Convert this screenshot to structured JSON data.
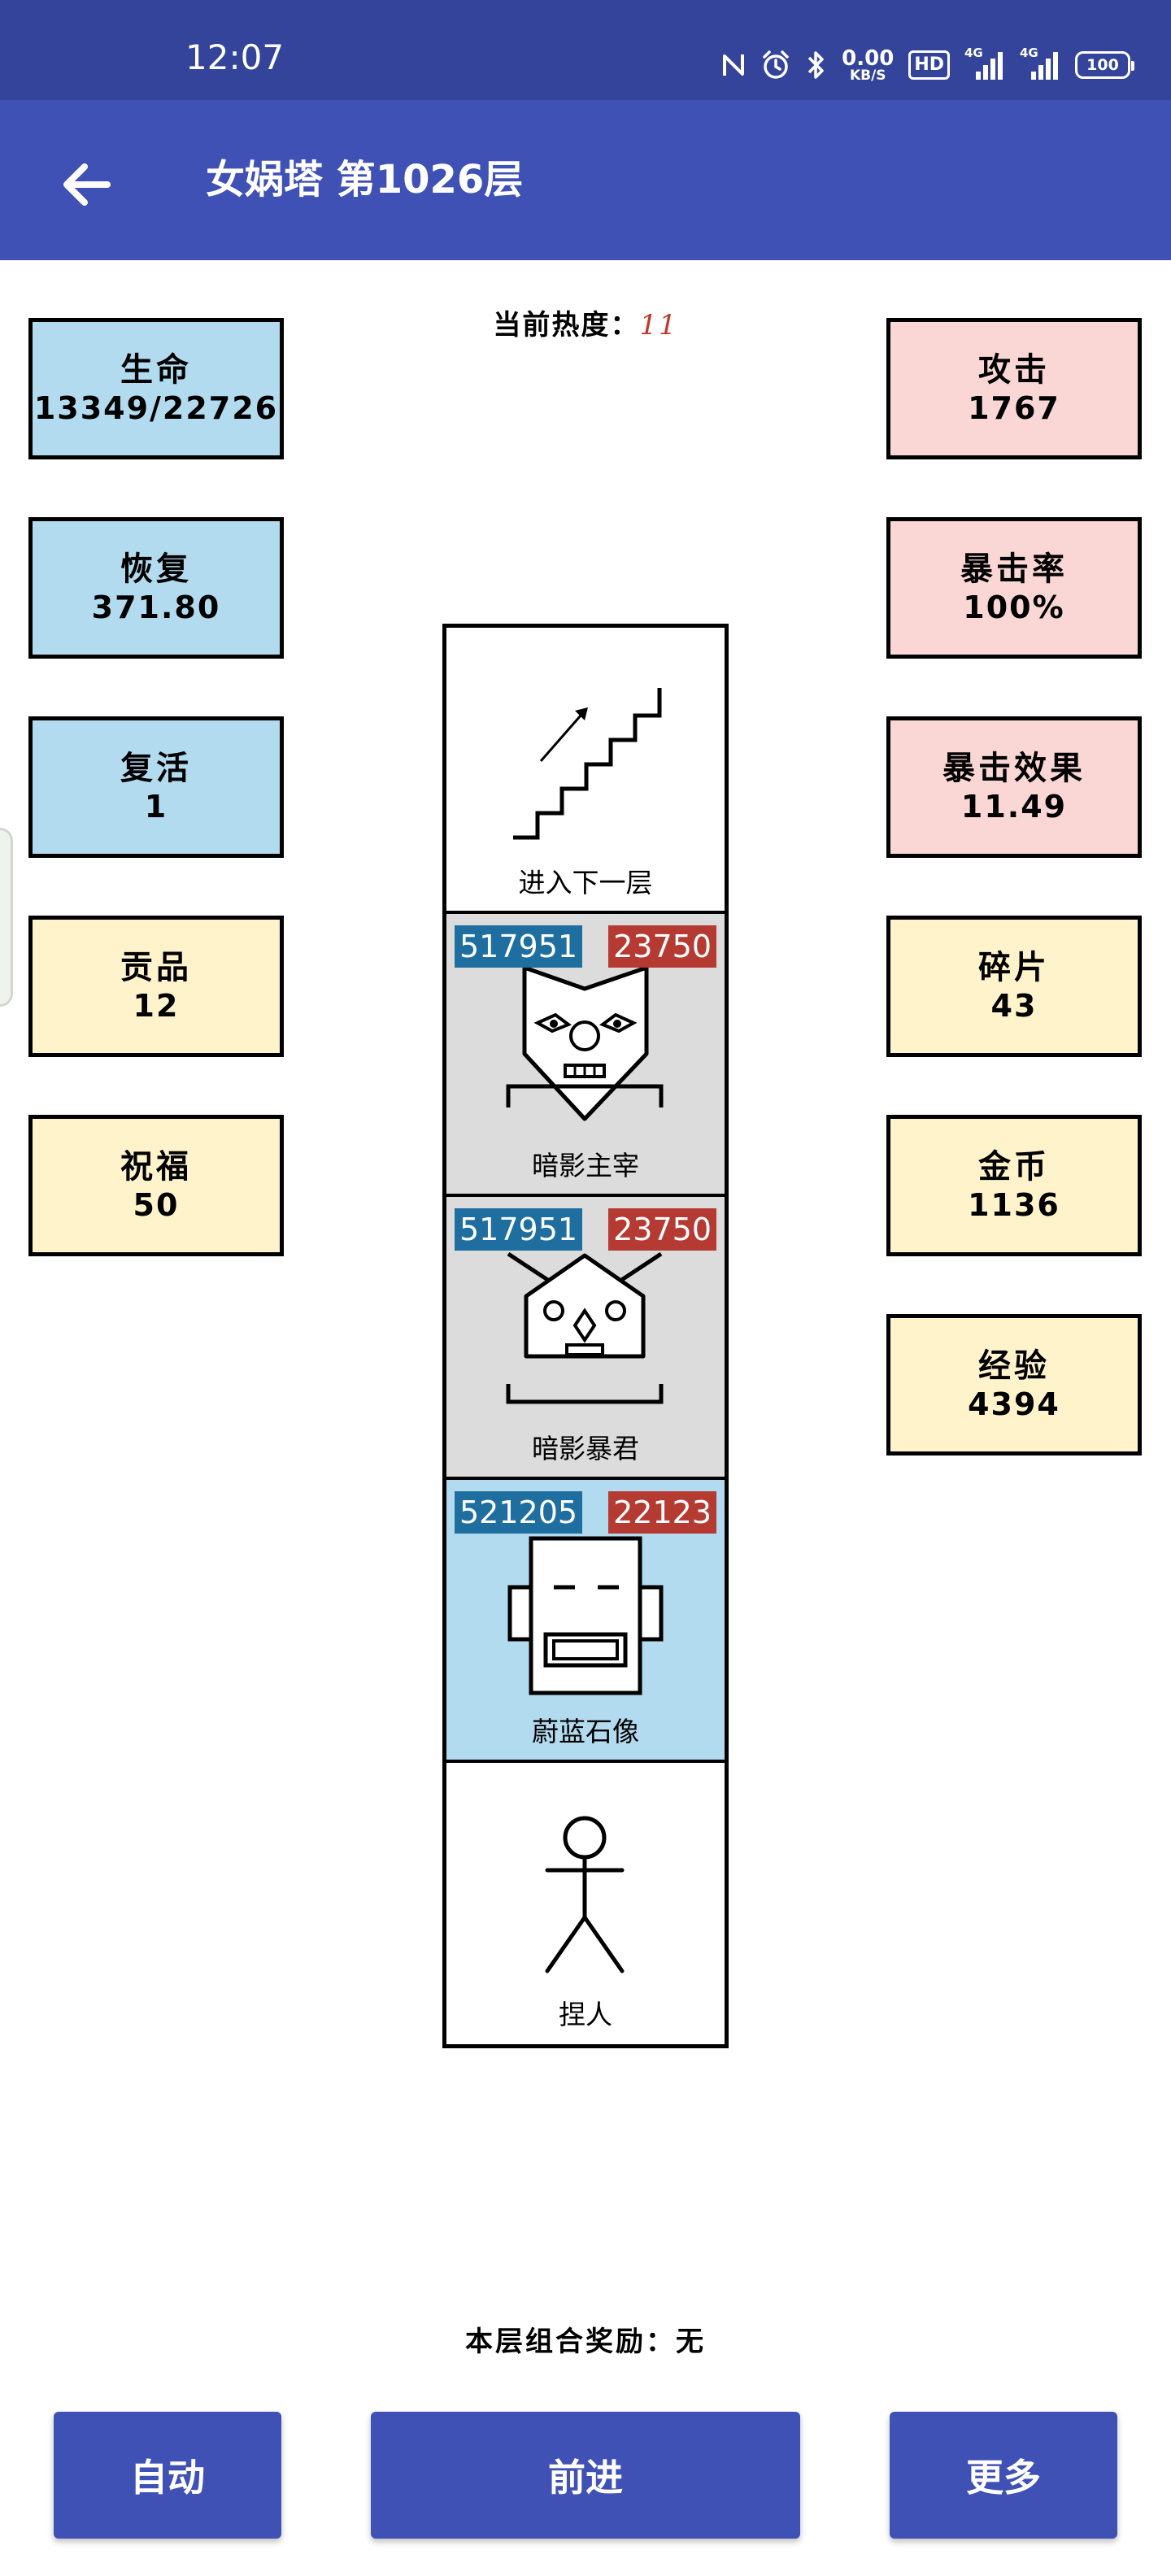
{
  "status_bar": {
    "time": "12:07",
    "net_speed_value": "0.00",
    "net_speed_unit": "KB/S",
    "hd_label": "HD",
    "signal_1_label": "4G",
    "signal_2_label": "4G",
    "battery": "100",
    "icons": [
      "nfc-icon",
      "alarm-icon",
      "bluetooth-icon",
      "hd-voice-icon",
      "signal-icon",
      "signal-icon",
      "battery-icon"
    ]
  },
  "app_bar": {
    "title": "女娲塔 第1026层",
    "back_icon": "arrow-left-icon"
  },
  "heat": {
    "label": "当前热度：",
    "value": "11"
  },
  "stats_left": [
    {
      "label": "生命",
      "value": "13349/22726"
    },
    {
      "label": "恢复",
      "value": "371.80"
    },
    {
      "label": "复活",
      "value": "1"
    },
    {
      "label": "贡品",
      "value": "12"
    },
    {
      "label": "祝福",
      "value": "50"
    }
  ],
  "stats_right": [
    {
      "label": "攻击",
      "value": "1767"
    },
    {
      "label": "暴击率",
      "value": "100%"
    },
    {
      "label": "暴击效果",
      "value": "11.49"
    },
    {
      "label": "碎片",
      "value": "43"
    },
    {
      "label": "金币",
      "value": "1136"
    },
    {
      "label": "经验",
      "value": "4394"
    }
  ],
  "tower": {
    "next_floor": {
      "label": "进入下一层",
      "icon": "stairs-icon"
    },
    "enemies": [
      {
        "name": "暗影主宰",
        "hp": "517951",
        "atk": "23750",
        "icon": "mask-icon"
      },
      {
        "name": "暗影暴君",
        "hp": "517951",
        "atk": "23750",
        "icon": "horned-mask-icon"
      },
      {
        "name": "蔚蓝石像",
        "hp": "521205",
        "atk": "22123",
        "icon": "stone-face-icon"
      }
    ],
    "player": {
      "name": "捏人",
      "icon": "stick-figure-icon"
    }
  },
  "combo_reward": {
    "label": "本层组合奖励：",
    "value": "无"
  },
  "buttons": {
    "auto": "自动",
    "forward": "前进",
    "more": "更多"
  },
  "colors": {
    "status_bar": "#34449a",
    "app_bar": "#3f51b5",
    "card_blue": "#b2dbef",
    "card_pink": "#fad7d5",
    "card_cream": "#fff3cc",
    "hp_badge": "#1f6ea0",
    "atk_badge": "#b53a32",
    "enemy_gray": "#dcdcdc",
    "heat_value": "#c0392b"
  }
}
